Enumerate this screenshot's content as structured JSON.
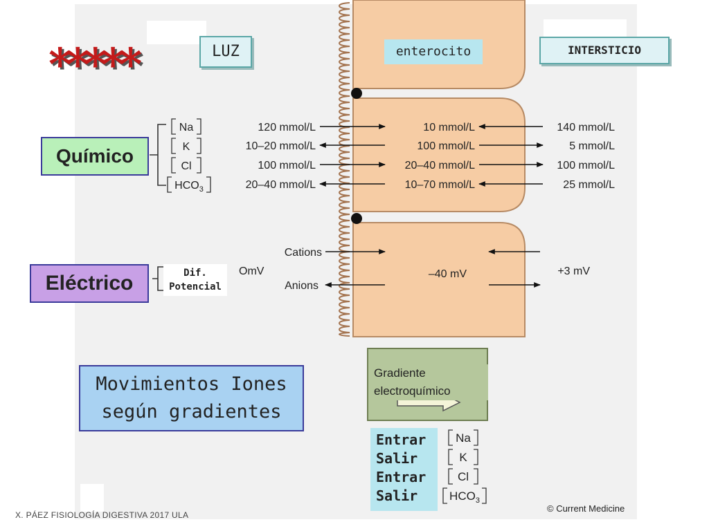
{
  "decoration": {
    "stars": "*****"
  },
  "labels": {
    "luz": "LUZ",
    "enterocito": "enterocito",
    "intersticio": "INTERSTICIO",
    "quimico": "Químico",
    "electrico": "Eléctrico",
    "dif_line1": "Dif.",
    "dif_line2": "Potencial",
    "movimientos_line1": "Movimientos Iones",
    "movimientos_line2": "según gradientes",
    "gradiente_line1": "Gradiente",
    "gradiente_line2": "electroquímico"
  },
  "chemical": {
    "ions": [
      "Na",
      "K",
      "Cl",
      "HCO3"
    ],
    "rows": [
      {
        "lumen": "120 mmol/L",
        "cell": "10 mmol/L",
        "interstitium": "140 mmol/L"
      },
      {
        "lumen": "10–20 mmol/L",
        "cell": "100 mmol/L",
        "interstitium": "5 mmol/L"
      },
      {
        "lumen": "100 mmol/L",
        "cell": "20–40 mmol/L",
        "interstitium": "100 mmol/L"
      },
      {
        "lumen": "20–40 mmol/L",
        "cell": "10–70 mmol/L",
        "interstitium": "25 mmol/L"
      }
    ]
  },
  "electrical": {
    "lumen_potential": "OmV",
    "cations": "Cations",
    "anions": "Anions",
    "cell_potential": "–40 mV",
    "interstitium_potential": "+3 mV"
  },
  "summary": {
    "actions": [
      "Entrar",
      "Salir",
      "Entrar",
      "Salir"
    ],
    "ions": [
      "Na",
      "K",
      "Cl",
      "HCO3"
    ]
  },
  "footer": "X. PÁEZ   FISIOLOGÍA DIGESTIVA 2017 ULA",
  "copyright": "© Current Medicine",
  "colors": {
    "cell": "#f6cca4",
    "cell_border": "#b68a64",
    "stars": "#c41a1a",
    "quimico_box": "#b9f0b9",
    "electrico_box": "#c8a0e6",
    "movimientos_box": "#a9d2f2",
    "label_box": "#b7e6ef",
    "gradient_box": "#b5c79c"
  }
}
